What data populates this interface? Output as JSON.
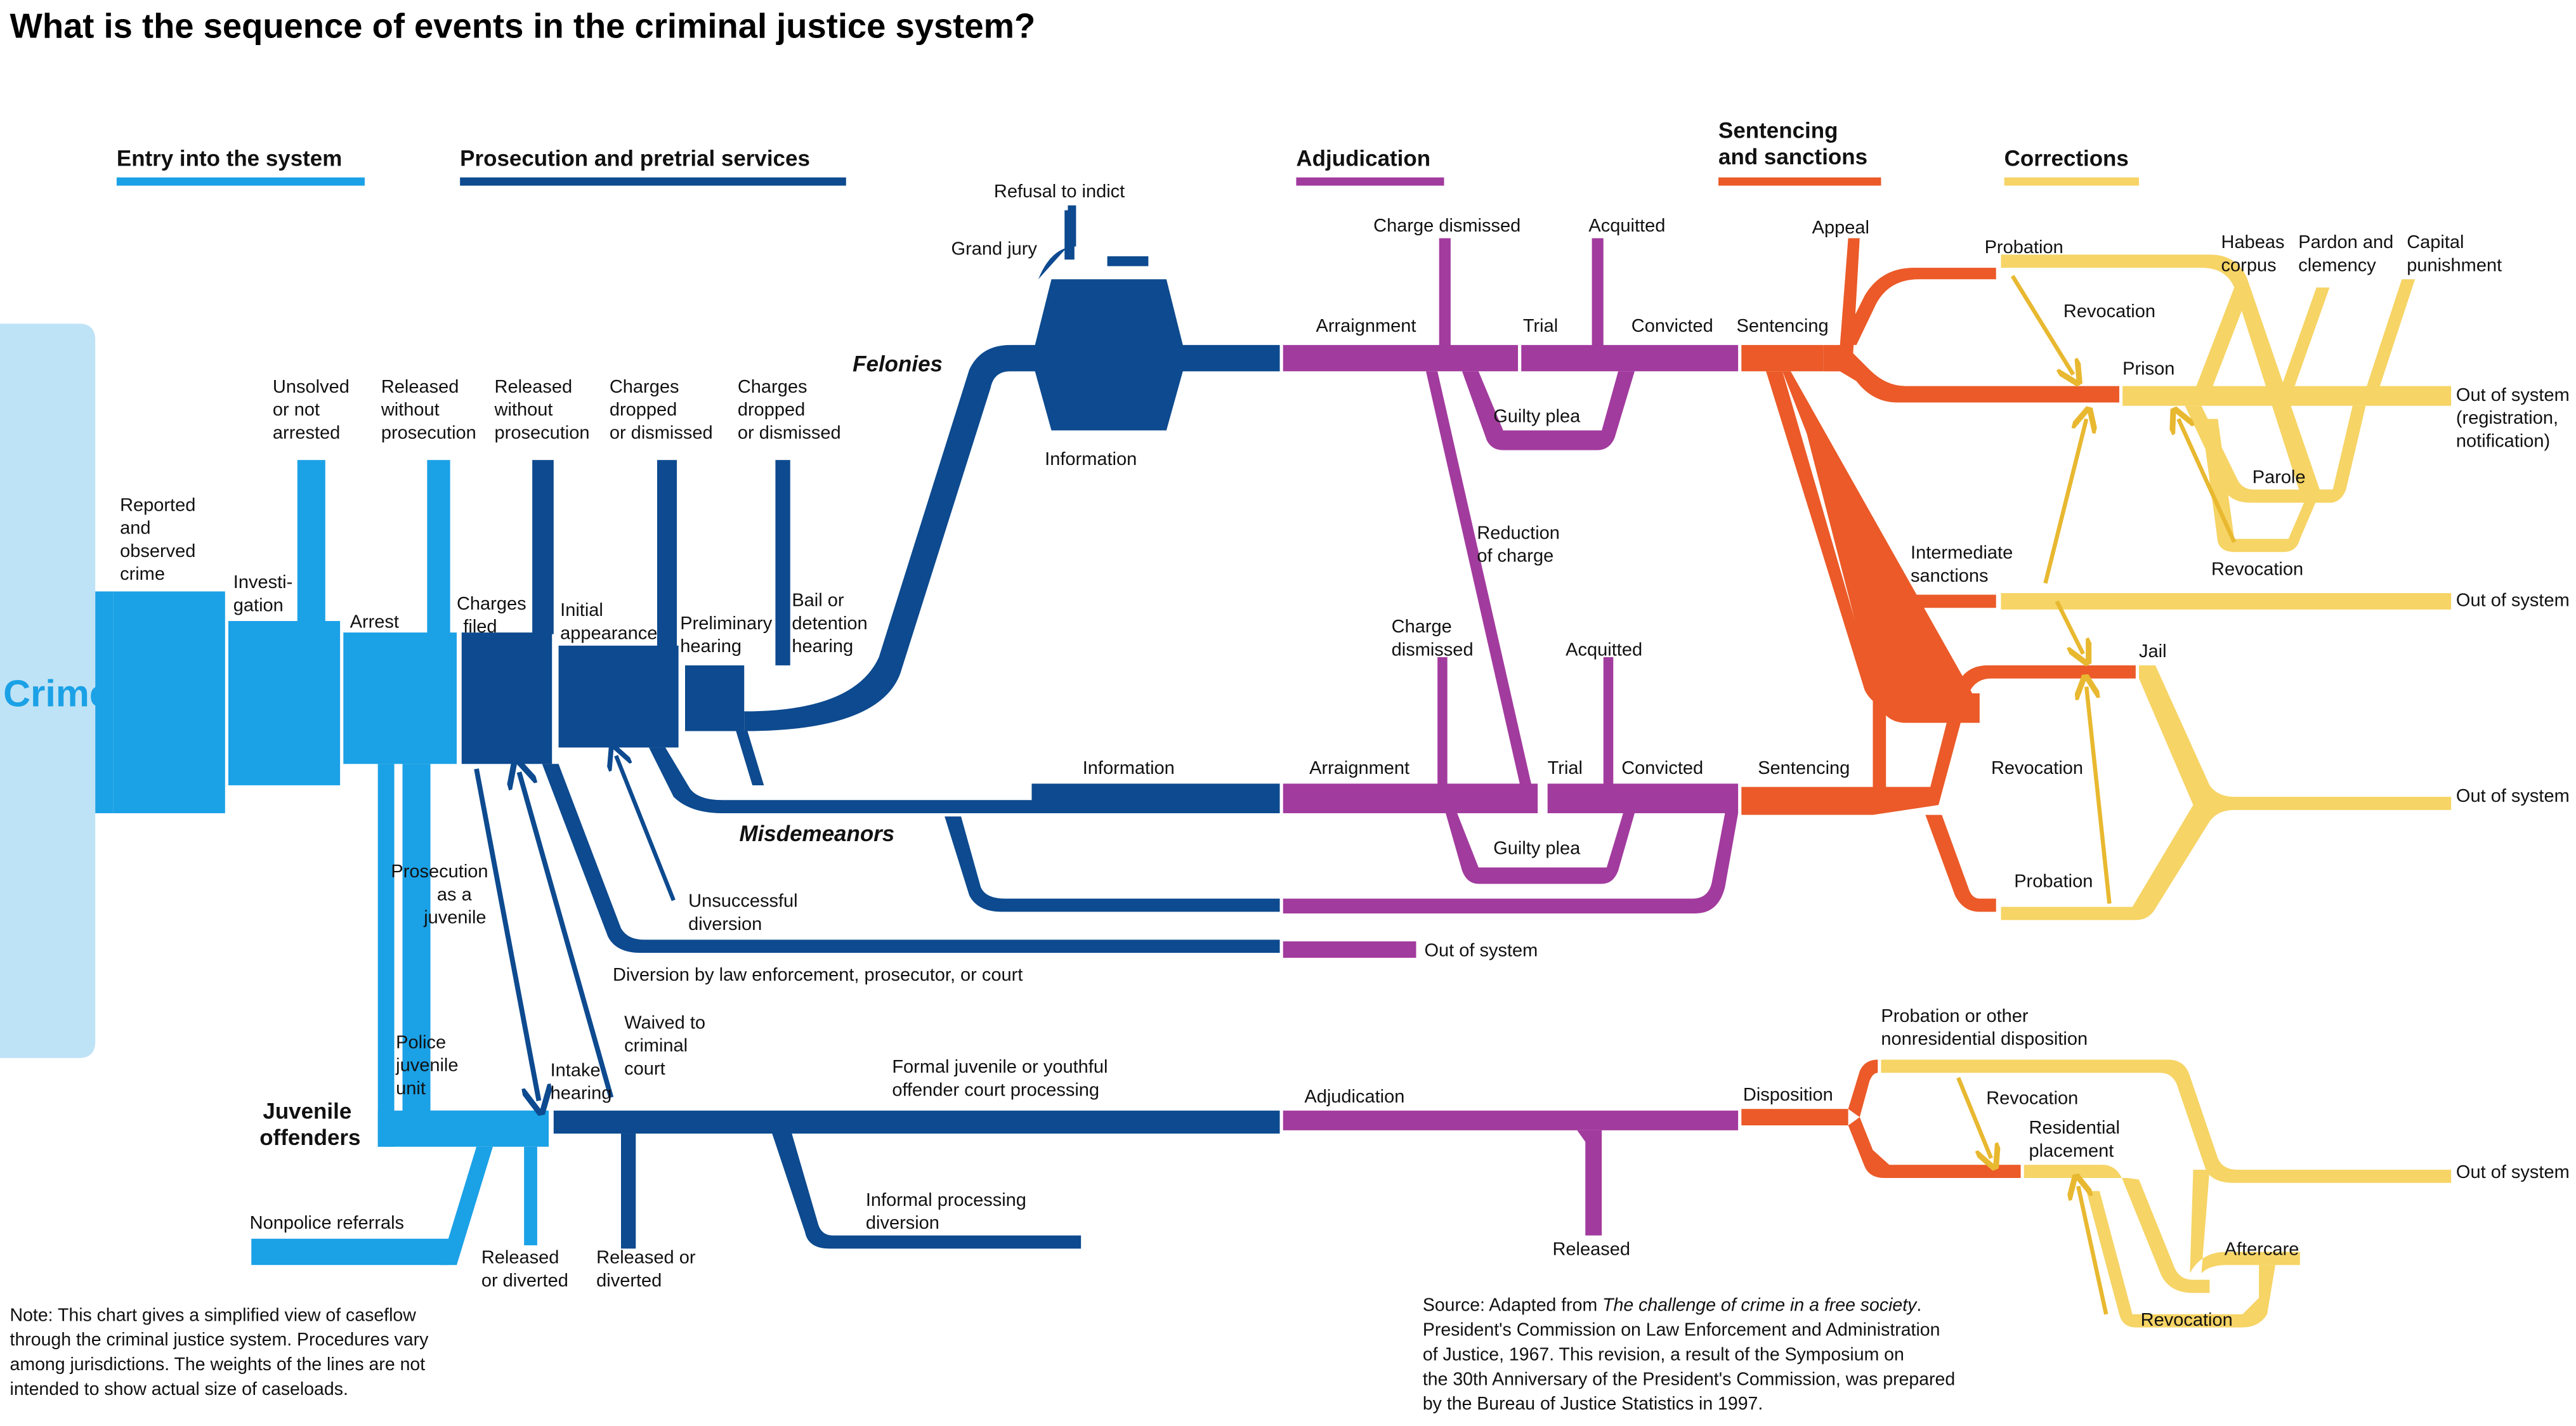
{
  "title": "What is the sequence of events in the criminal justice system?",
  "stages": {
    "entry": "Entry into the system",
    "prosecution": "Prosecution and pretrial services",
    "adjudication": "Adjudication",
    "sentencing_1": "Sentencing",
    "sentencing_2": "and sanctions",
    "corrections": "Corrections"
  },
  "colors": {
    "entry": "#1ba1e6",
    "crime_panel": "#bfe3f6",
    "prosecution": "#0d4a8f",
    "adjudication": "#a23b9e",
    "sentencing": "#eb5a28",
    "corrections": "#f6d465"
  },
  "crime": "Crime",
  "entry": {
    "reported": [
      "Reported",
      "and",
      "observed",
      "crime"
    ],
    "investigation": [
      "Investi-",
      "gation"
    ],
    "arrest": "Arrest",
    "unsolved": [
      "Unsolved",
      "or not",
      "arrested"
    ],
    "released_wo": [
      "Released",
      "without",
      "prosecution"
    ],
    "released_wo2": [
      "Released",
      "without",
      "prosecution"
    ],
    "prosecution_juvenile": [
      "Prosecution",
      "as a",
      "juvenile"
    ],
    "police_juvenile": [
      "Police",
      "juvenile",
      "unit"
    ],
    "nonpolice": "Nonpolice referrals",
    "juvenile_offenders": [
      "Juvenile",
      "offenders"
    ]
  },
  "prosecution": {
    "charges_filed": [
      "Charges",
      "filed"
    ],
    "initial_appearance": [
      "Initial",
      "appearance"
    ],
    "preliminary_hearing": [
      "Preliminary",
      "hearing"
    ],
    "bail": [
      "Bail or",
      "detention",
      "hearing"
    ],
    "charges_dropped_1": [
      "Charges",
      "dropped",
      "or dismissed"
    ],
    "charges_dropped_2": [
      "Charges",
      "dropped",
      "or dismissed"
    ],
    "unsuccessful": [
      "Unsuccessful",
      "diversion"
    ],
    "diversion": "Diversion by law enforcement, prosecutor, or court",
    "felonies": "Felonies",
    "misdemeanors": "Misdemeanors",
    "grand_jury": "Grand jury",
    "refusal": "Refusal to indict",
    "information_fel": "Information",
    "information_mis": "Information",
    "intake": [
      "Intake",
      "hearing"
    ],
    "waived": [
      "Waived to",
      "criminal",
      "court"
    ],
    "released_diverted_1": [
      "Released",
      "or diverted"
    ],
    "released_diverted_2": [
      "Released or",
      "diverted"
    ],
    "formal_juvenile": [
      "Formal juvenile or youthful",
      "offender court processing"
    ],
    "informal": [
      "Informal processing",
      "diversion"
    ]
  },
  "adjudication": {
    "arraignment_fel": "Arraignment",
    "arraignment_mis": "Arraignment",
    "trial_fel": "Trial",
    "trial_mis": "Trial",
    "charge_dismissed_fel": "Charge dismissed",
    "charge_dismissed_mis": [
      "Charge",
      "dismissed"
    ],
    "acquitted_fel": "Acquitted",
    "acquitted_mis": "Acquitted",
    "convicted_fel": "Convicted",
    "convicted_mis": "Convicted",
    "guilty_plea_fel": "Guilty plea",
    "guilty_plea_mis": "Guilty plea",
    "reduction": [
      "Reduction",
      "of charge"
    ],
    "out_of_system": "Out of system",
    "juvenile_adjudication": "Adjudication",
    "released": "Released"
  },
  "sentencing": {
    "sentencing_fel": "Sentencing",
    "sentencing_mis": "Sentencing",
    "appeal": "Appeal",
    "intermediate": [
      "Intermediate",
      "sanctions"
    ],
    "disposition": "Disposition"
  },
  "corrections": {
    "probation_fel": "Probation",
    "probation_mis": "Probation",
    "revocation_1": "Revocation",
    "revocation_2": "Revocation",
    "revocation_3": "Revocation",
    "revocation_4": "Revocation",
    "revocation_5": "Revocation",
    "prison": "Prison",
    "jail": "Jail",
    "parole": "Parole",
    "habeas": [
      "Habeas",
      "corpus"
    ],
    "pardon": [
      "Pardon and",
      "clemency"
    ],
    "capital": [
      "Capital",
      "punishment"
    ],
    "out_reg": [
      "Out of system",
      "(registration,",
      "notification)"
    ],
    "out_1": "Out of system",
    "out_2": "Out of system",
    "out_3": "Out of system",
    "probation_other": [
      "Probation or other",
      "nonresidential disposition"
    ],
    "residential": [
      "Residential",
      "placement"
    ],
    "aftercare": "Aftercare"
  },
  "note": [
    "Note: This chart gives a simplified view of caseflow",
    "through the criminal justice system. Procedures vary",
    "among jurisdictions. The weights of the lines are not",
    "intended to show actual size of caseloads."
  ],
  "source": [
    "Source: Adapted from ",
    "The challenge of crime in a free society",
    ".",
    "President's Commission on Law Enforcement and Administration",
    "of Justice, 1967. This revision, a result of the Symposium on",
    "the 30th Anniversary of the President's Commission, was prepared",
    "by the Bureau of Justice Statistics in 1997."
  ]
}
